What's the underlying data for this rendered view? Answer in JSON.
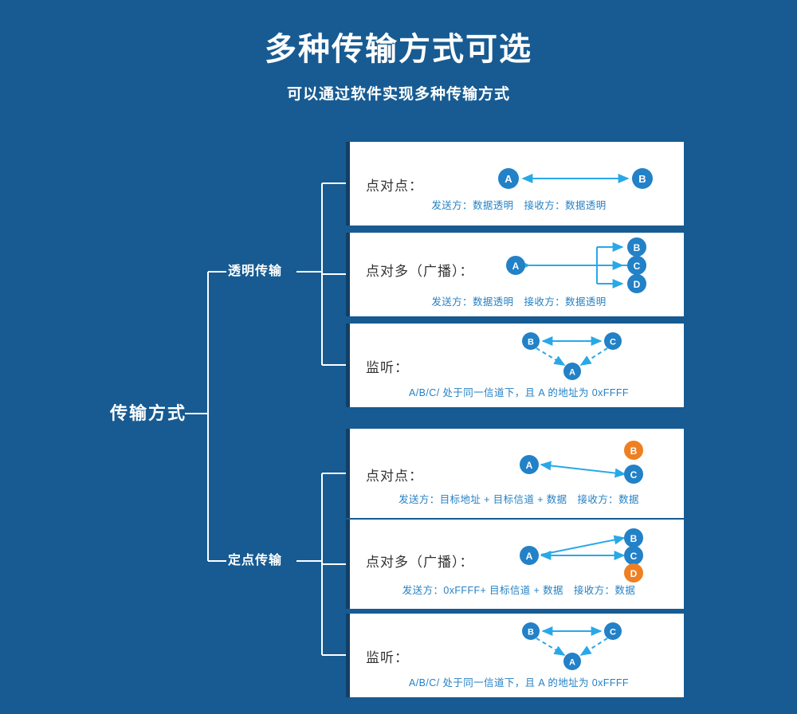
{
  "header": {
    "title": "多种传输方式可选",
    "subtitle": "可以通过软件实现多种传输方式"
  },
  "colors": {
    "background": "#175B92",
    "card_background": "#ffffff",
    "card_accent_border": "#123F66",
    "node_blue": "#2281C7",
    "node_orange": "#EE7F22",
    "arrow_blue": "#29A8E8",
    "caption_text": "#2581C4",
    "label_text": "#333333",
    "tree_line": "#ffffff"
  },
  "tree": {
    "root_label": "传输方式",
    "branches": [
      {
        "label": "透明传输"
      },
      {
        "label": "定点传输"
      }
    ]
  },
  "cards": [
    {
      "label": "点对点：",
      "caption": "发送方：数据透明　接收方：数据透明",
      "diagram": {
        "kind": "p2p-horizontal",
        "nodes": [
          {
            "id": "A",
            "color": "#2281C7"
          },
          {
            "id": "B",
            "color": "#2281C7"
          }
        ]
      }
    },
    {
      "label": "点对多（广播）：",
      "caption": "发送方：数据透明　接收方：数据透明",
      "diagram": {
        "kind": "broadcast-bus",
        "nodes": [
          {
            "id": "A",
            "color": "#2281C7"
          },
          {
            "id": "B",
            "color": "#2281C7"
          },
          {
            "id": "C",
            "color": "#2281C7"
          },
          {
            "id": "D",
            "color": "#2281C7"
          }
        ]
      }
    },
    {
      "label": "监听：",
      "caption": "A/B/C/ 处于同一信道下，且 A 的地址为 0xFFFF",
      "diagram": {
        "kind": "listen-triangle",
        "nodes": [
          {
            "id": "B",
            "color": "#2281C7"
          },
          {
            "id": "C",
            "color": "#2281C7"
          },
          {
            "id": "A",
            "color": "#2281C7"
          }
        ]
      }
    },
    {
      "label": "点对点：",
      "caption": "发送方：目标地址 + 目标信道 + 数据　接收方：数据",
      "diagram": {
        "kind": "p2p-diagonal",
        "nodes": [
          {
            "id": "A",
            "color": "#2281C7"
          },
          {
            "id": "B",
            "color": "#EE7F22"
          },
          {
            "id": "C",
            "color": "#2281C7"
          }
        ]
      }
    },
    {
      "label": "点对多（广播）：",
      "caption": "发送方：0xFFFF+ 目标信道 + 数据　接收方：数据",
      "diagram": {
        "kind": "broadcast-fan",
        "nodes": [
          {
            "id": "A",
            "color": "#2281C7"
          },
          {
            "id": "B",
            "color": "#2281C7"
          },
          {
            "id": "C",
            "color": "#2281C7"
          },
          {
            "id": "D",
            "color": "#EE7F22"
          }
        ]
      }
    },
    {
      "label": "监听：",
      "caption": "A/B/C/ 处于同一信道下，且 A 的地址为 0xFFFF",
      "diagram": {
        "kind": "listen-triangle",
        "nodes": [
          {
            "id": "B",
            "color": "#2281C7"
          },
          {
            "id": "C",
            "color": "#2281C7"
          },
          {
            "id": "A",
            "color": "#2281C7"
          }
        ]
      }
    }
  ]
}
